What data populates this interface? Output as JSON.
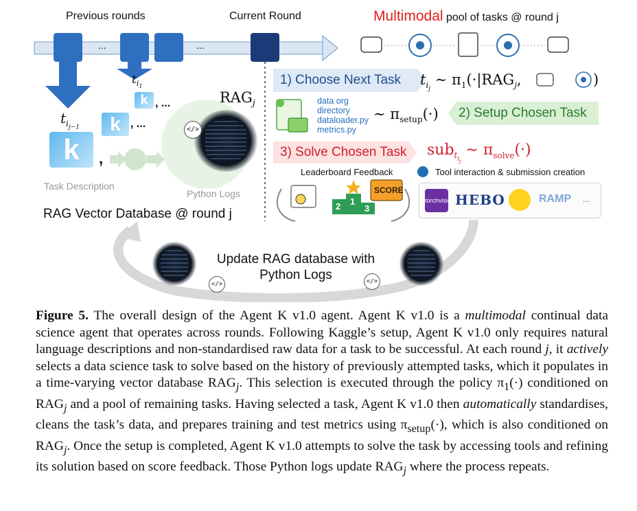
{
  "figure": {
    "labels": {
      "previous_rounds": "Previous rounds",
      "current_round": "Current Round",
      "multimodal": "Multimodal",
      "pool_rest": " pool of tasks @ round j",
      "ellipsis_1": "...",
      "ellipsis_2": "...",
      "t_i1": "t",
      "t_i1_sub": "i",
      "t_i1_subsub": "1",
      "t_ij1": "t",
      "t_ij1_sub": "i",
      "t_ij1_subsub": "j−1",
      "rag": "RAG",
      "rag_sub": "j",
      "kaggle_dots_1": ", ...",
      "kaggle_dots_2": ", ...",
      "kaggle_comma": ",",
      "task_description": "Task Description",
      "python_logs": "Python Logs",
      "rag_vector_db": "RAG Vector Database @ round j",
      "update_line1": "Update RAG database with",
      "update_line2": "Python Logs",
      "leaderboard_feedback": "Leaderboard Feedback",
      "tool_interaction": "Tool interaction & submission creation",
      "score": "SCORE",
      "file_list": [
        "data org",
        "directory",
        "dataloader.py",
        "metrics.py"
      ]
    },
    "steps": {
      "choose": "1) Choose Next Task",
      "setup": "2) Setup Chosen Task",
      "solve": "3) Solve Chosen Task"
    },
    "equations": {
      "choose_eq": "t",
      "choose_sub": "i",
      "choose_subsub": "j",
      "choose_rhs": " ∼ π",
      "choose_pi_sub": "1",
      "choose_args": "(·|RAG",
      "choose_args_sub": "j",
      "choose_tail": ",",
      "choose_close": ")",
      "setup_eq": "∼ π",
      "setup_sub": "setup",
      "setup_args": "(·)",
      "solve_eq": "sub",
      "solve_sub": "t",
      "solve_subsub": "i",
      "solve_subsubsub": "j",
      "solve_rhs": " ∼ π",
      "solve_pi_sub": "solve",
      "solve_args": "(·)"
    },
    "tools": [
      "torchvision",
      "HEBO",
      "RAMP",
      "..."
    ],
    "podium_numbers": [
      "2",
      "1",
      "3"
    ]
  },
  "caption": {
    "label": "Figure 5.",
    "text": " The overall design of the Agent K v1.0 agent. Agent K v1.0 is a ",
    "em1": "multimodal",
    "text2": " continual data science agent that operates across rounds. Following Kaggle’s setup, Agent K v1.0 only requires natural language descriptions and non-standardised raw data for a task to be successful. At each round ",
    "j1": "j",
    "text3": ", it ",
    "em2": "actively",
    "text4": " selects a data science task to solve based on the history of previously attempted tasks, which it populates in a time-varying vector database RAG",
    "j2": "j",
    "text5": ". This selection is executed through the policy π",
    "pi1": "1",
    "text6": "(·) conditioned on RAG",
    "j3": "j",
    "text7": " and a pool of remaining tasks. Having selected a task, Agent K v1.0 then ",
    "em3": "automatically",
    "text8": " standardises, cleans the task’s data, and prepares training and test metrics using π",
    "pisetup": "setup",
    "text9": "(·), which is also conditioned on RAG",
    "j4": "j",
    "text10": ". Once the setup is completed, Agent K v1.0 attempts to solve the task by accessing tools and refining its solution based on score feedback. Those Python logs update RAG",
    "j5": "j",
    "text11": " where the process repeats."
  },
  "colors": {
    "timeline_blue": "#2f6fc0",
    "current_round": "#1b3a78",
    "multimodal_red": "#e0201c",
    "step1_bg": "#dfe9f7",
    "step2_bg": "#d9f0d5",
    "step3_bg": "#fde2e2",
    "step3_text": "#d0202a"
  }
}
